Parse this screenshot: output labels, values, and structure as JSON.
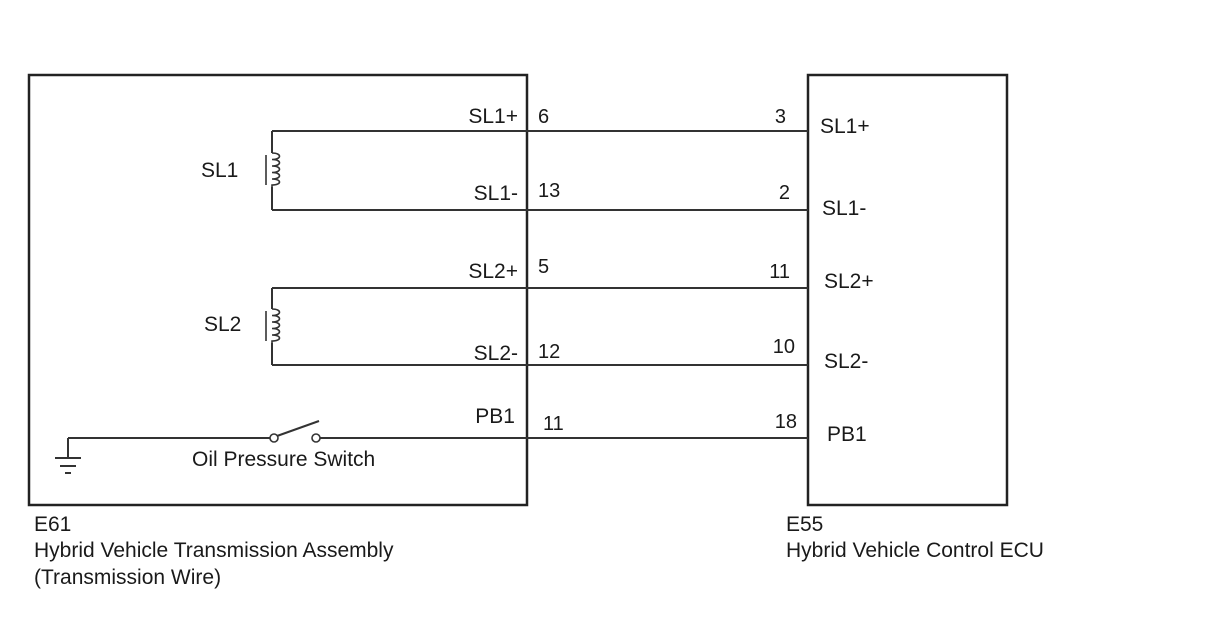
{
  "left_component": {
    "code": "E61",
    "name": "Hybrid Vehicle Transmission Assembly",
    "sub": "(Transmission Wire)",
    "coil1": "SL1",
    "coil2": "SL2",
    "switch": "Oil Pressure Switch"
  },
  "right_component": {
    "code": "E55",
    "name": "Hybrid Vehicle Control ECU"
  },
  "wires": [
    {
      "left_label": "SL1+",
      "left_pin": "6",
      "right_pin": "3",
      "right_label": "SL1+"
    },
    {
      "left_label": "SL1-",
      "left_pin": "13",
      "right_pin": "2",
      "right_label": "SL1-"
    },
    {
      "left_label": "SL2+",
      "left_pin": "5",
      "right_pin": "11",
      "right_label": "SL2+"
    },
    {
      "left_label": "SL2-",
      "left_pin": "12",
      "right_pin": "10",
      "right_label": "SL2-"
    },
    {
      "left_label": "PB1",
      "left_pin": "11",
      "right_pin": "18",
      "right_label": "PB1"
    }
  ]
}
